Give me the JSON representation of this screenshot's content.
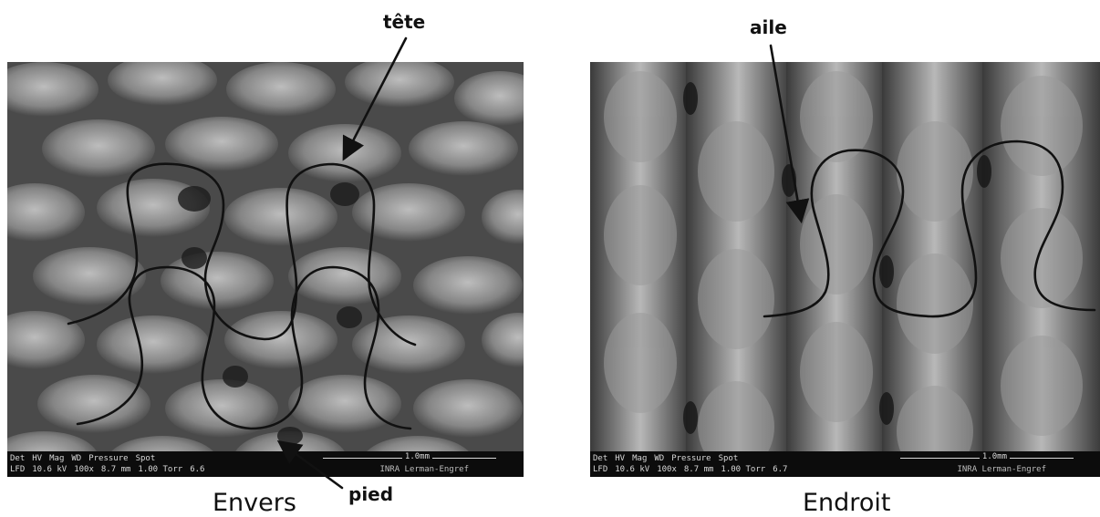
{
  "annotations": {
    "head": "tête",
    "wing": "aile",
    "foot": "pied"
  },
  "captions": {
    "left": "Envers",
    "right": "Endroit"
  },
  "sem_info": {
    "headers": [
      "Det",
      "HV",
      "Mag",
      "WD",
      "Pressure",
      "Spot"
    ],
    "left_values": [
      "LFD",
      "10.6 kV",
      "100x",
      "8.7 mm",
      "1.00 Torr",
      "6.6"
    ],
    "right_values": [
      "LFD",
      "10.6 kV",
      "100x",
      "8.7 mm",
      "1.00 Torr",
      "6.7"
    ],
    "scale": "1.0mm",
    "credit": "INRA Lerman-Engref"
  },
  "colors": {
    "stitch_line": "#111111",
    "fabric_mid": "#5a5a5a"
  }
}
